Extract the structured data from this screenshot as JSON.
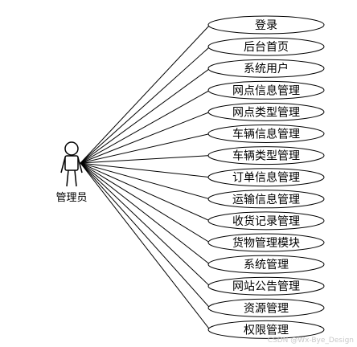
{
  "actor": {
    "label": "管理员"
  },
  "use_cases": [
    "登录",
    "后台首页",
    "系统用户",
    "网点信息管理",
    "网点类型管理",
    "车辆信息管理",
    "车辆类型管理",
    "订单信息管理",
    "运输信息管理",
    "收货记录管理",
    "货物管理模块",
    "系统管理",
    "网站公告管理",
    "资源管理",
    "权限管理"
  ],
  "watermark": "CSDN @Wx-Bye_Design"
}
